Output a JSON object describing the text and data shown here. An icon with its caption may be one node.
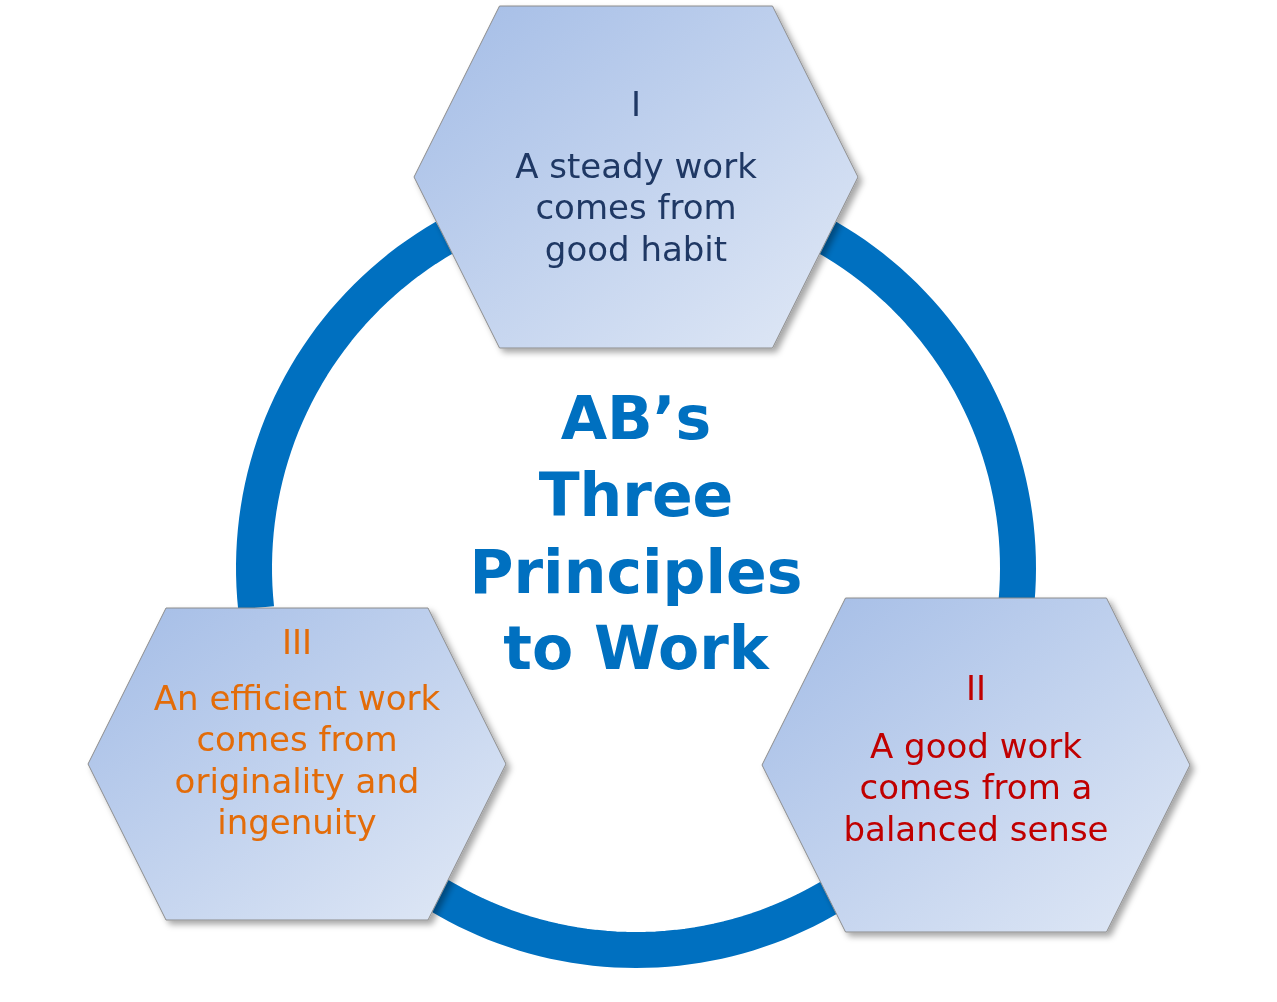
{
  "diagram": {
    "title": "AB’s Three Principles to Work",
    "nodes": [
      {
        "text": [
          "I",
          "A steady work comes from good habit"
        ]
      },
      {
        "text": [
          "II",
          "A good work comes from a balanced sense"
        ]
      },
      {
        "text": [
          "III",
          "An efficient work comes from originality and ingenuity"
        ]
      }
    ],
    "edges": [
      {
        "from": 0,
        "to": 1,
        "arrow": "none"
      },
      {
        "from": 1,
        "to": 2,
        "arrow": "none"
      },
      {
        "from": 2,
        "to": 0,
        "arrow": "none"
      }
    ]
  }
}
